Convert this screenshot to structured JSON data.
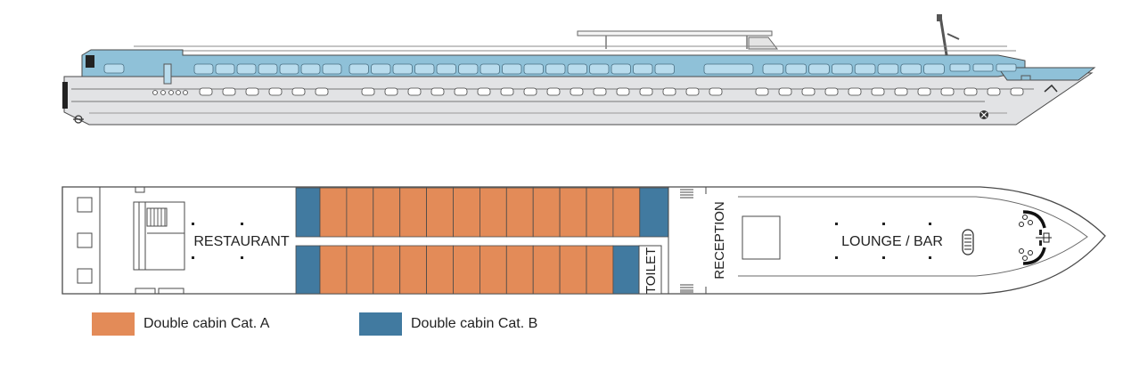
{
  "deck_plan": {
    "rooms": {
      "restaurant": "RESTAURANT",
      "toilet": "TOILET",
      "reception": "RECEPTION",
      "lounge": "LOUNGE / BAR"
    },
    "cabins": {
      "upper_row": [
        "B",
        "A",
        "A",
        "A",
        "A",
        "A",
        "A",
        "A",
        "A",
        "A",
        "A",
        "A",
        "A",
        "B"
      ],
      "lower_row": [
        "B",
        "A",
        "A",
        "A",
        "A",
        "A",
        "A",
        "A",
        "A",
        "A",
        "A",
        "A",
        "B"
      ]
    }
  },
  "legend": [
    {
      "label": "Double cabin Cat. A",
      "color": "#e38b58"
    },
    {
      "label": "Double cabin Cat. B",
      "color": "#417aa0"
    }
  ],
  "colors": {
    "cat_a": "#e38b58",
    "cat_b": "#417aa0",
    "hull": "#e2e3e5",
    "superstructure": "#8fc1d8",
    "windows": "#b9dced",
    "outline": "#4a4a4a"
  }
}
